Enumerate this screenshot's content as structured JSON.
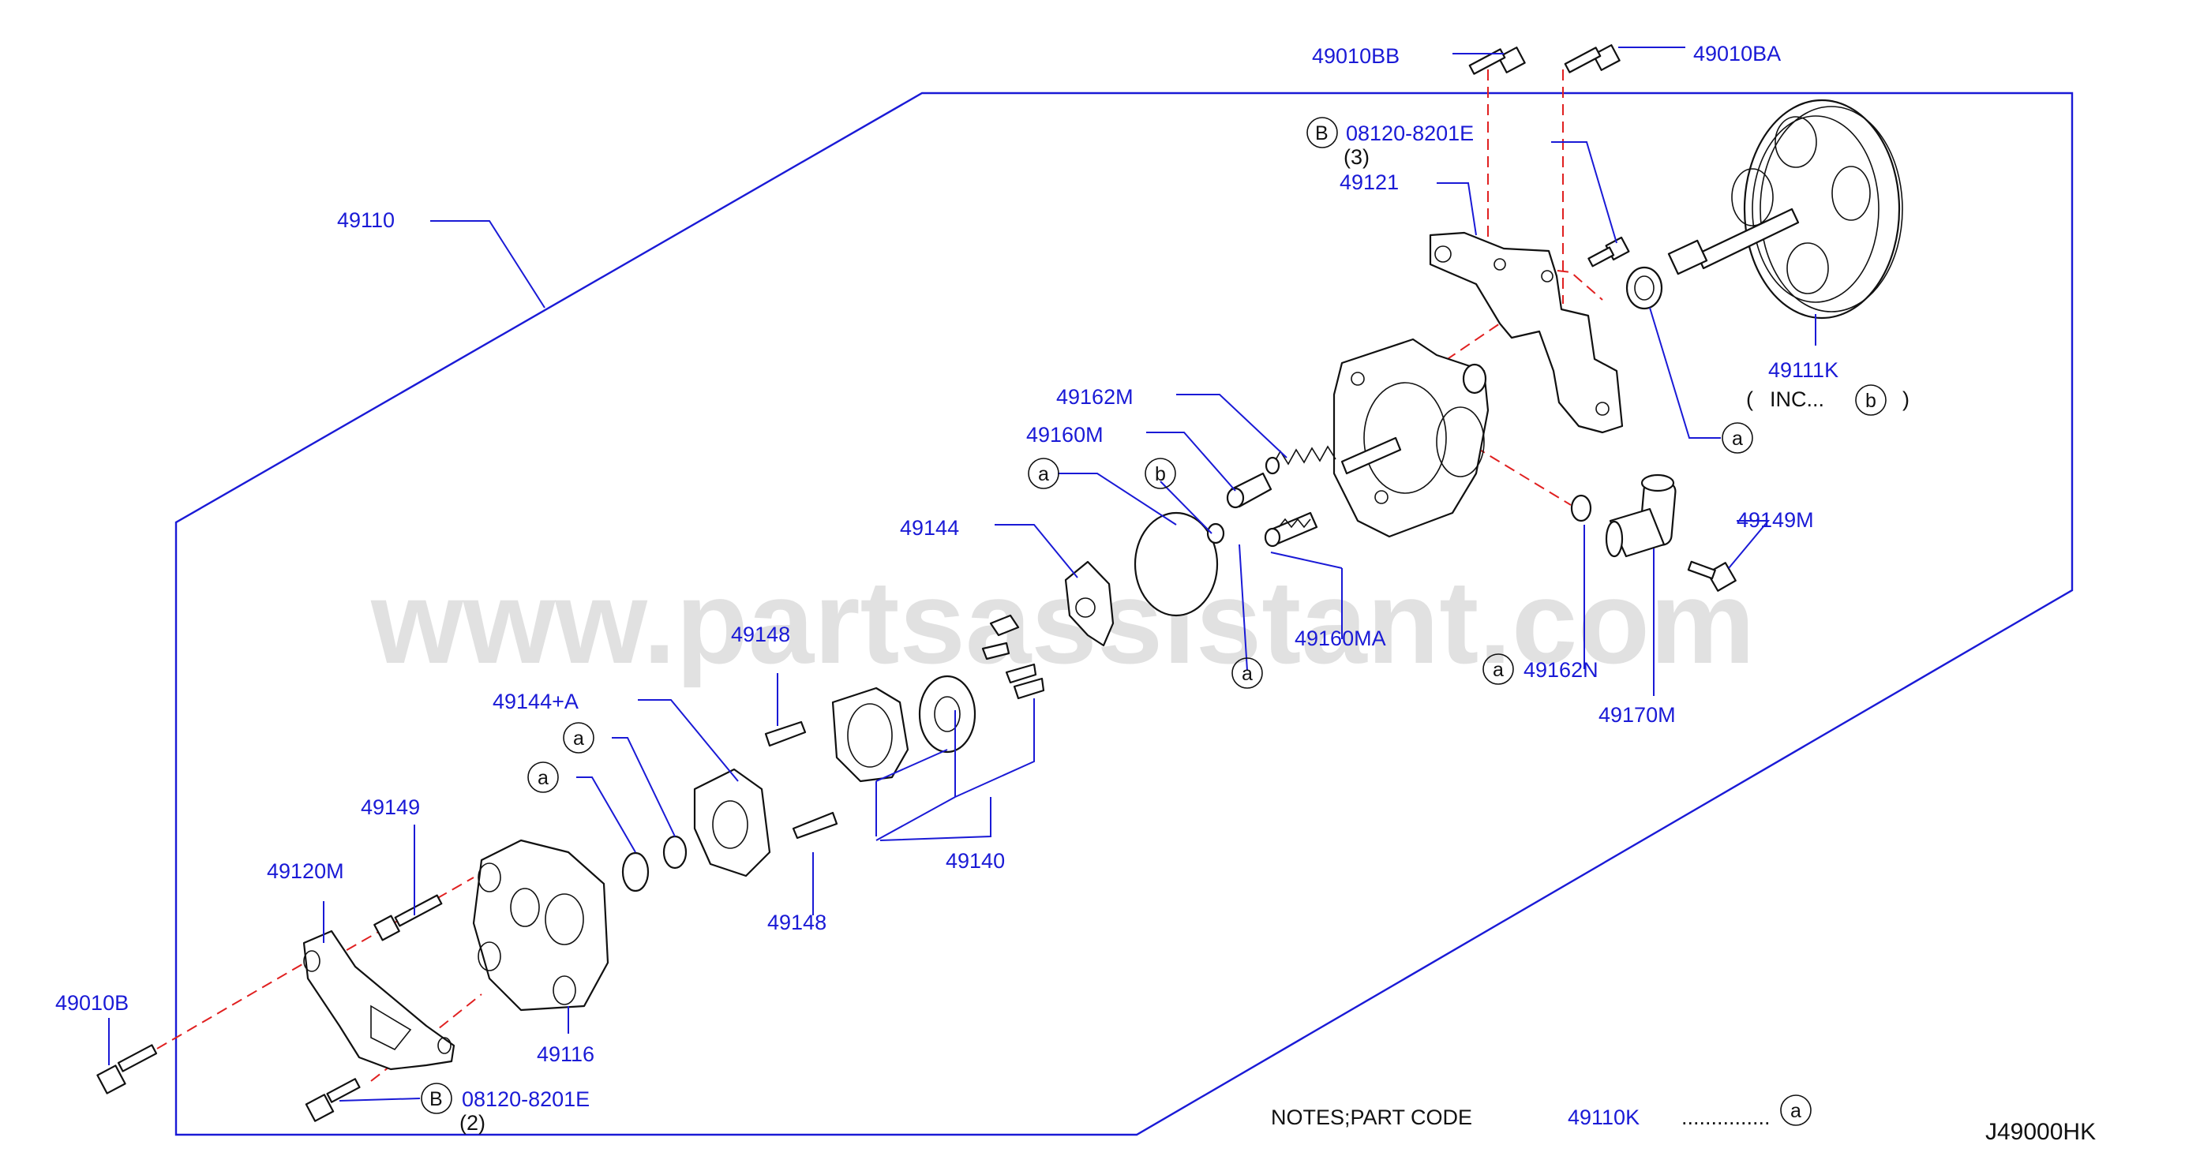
{
  "diagram_code": "J49000HK",
  "watermark": "www.partsassistant.com",
  "labels": {
    "p49010BB": "49010BB",
    "p49010BA": "49010BA",
    "p08120_top": "08120-8201E",
    "p08120_top_qty": "(3)",
    "p49121": "49121",
    "p49110": "49110",
    "p49111K": "49111K",
    "p49111K_note_open": "(",
    "p49111K_note_inc": "INC...",
    "p49111K_note_close": ")",
    "p49162M": "49162M",
    "p49160M": "49160M",
    "p49144": "49144",
    "p49160MA": "49160MA",
    "p49162N": "49162N",
    "p49149M": "49149M",
    "p49170M": "49170M",
    "p49148_top": "49148",
    "p49144A": "49144+A",
    "p49140": "49140",
    "p49148_bot": "49148",
    "p49149": "49149",
    "p49120M": "49120M",
    "p49116": "49116",
    "p49010B": "49010B",
    "p08120_bot": "08120-8201E",
    "p08120_bot_qty": "(2)"
  },
  "ref_markers": {
    "a": "a",
    "b": "b",
    "B": "B"
  },
  "notes": {
    "prefix": "NOTES;PART   CODE",
    "code": "49110K",
    "dots": "...............",
    "marker": "a"
  },
  "colors": {
    "label": "#1a1ad6",
    "leader": "#1a1ad6",
    "frame": "#1a1ad6",
    "dashed_axis": "#e02020",
    "part_outline": "#111111",
    "watermark": "#c8c8c8"
  }
}
